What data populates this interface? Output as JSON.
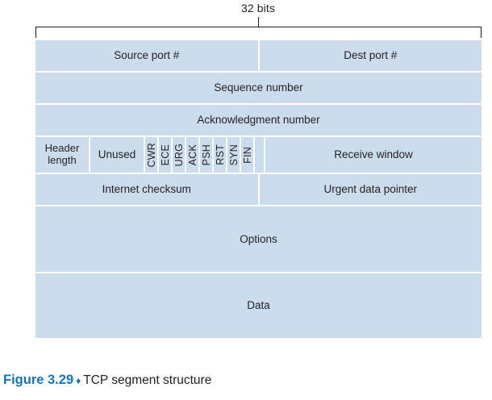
{
  "header": {
    "bits_label": "32 bits"
  },
  "rows": {
    "ports": {
      "source": "Source port #",
      "dest": "Dest port #"
    },
    "sequence": "Sequence number",
    "acknowledgment": "Acknowledgment number",
    "flags_row": {
      "header_length_line1": "Header",
      "header_length_line2": "length",
      "unused": "Unused",
      "flags": [
        "CWR",
        "ECE",
        "URG",
        "ACK",
        "PSH",
        "RST",
        "SYN",
        "FIN"
      ],
      "receive_window": "Receive window"
    },
    "checksum_row": {
      "checksum": "Internet checksum",
      "urgent": "Urgent data pointer"
    },
    "options": "Options",
    "data": "Data"
  },
  "caption": {
    "figure_number": "Figure 3.29",
    "separator": "♦",
    "text": "TCP segment structure"
  },
  "colors": {
    "cell_fill": "#cbdded",
    "accent_blue": "#1278b5",
    "text": "#231f20"
  }
}
